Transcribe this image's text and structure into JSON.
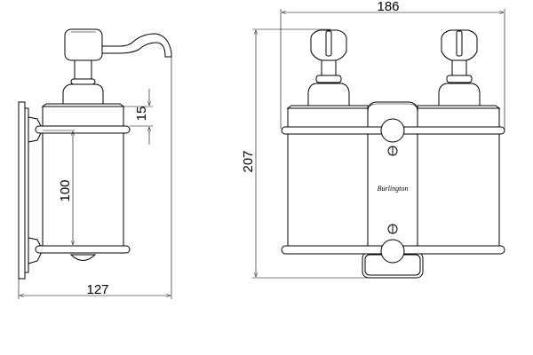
{
  "side_view": {
    "dim_width": "127",
    "dim_bottle_height": "100",
    "dim_lid_offset": "15"
  },
  "front_view": {
    "dim_width": "186",
    "dim_height": "207",
    "brand_label": "Burlington"
  }
}
